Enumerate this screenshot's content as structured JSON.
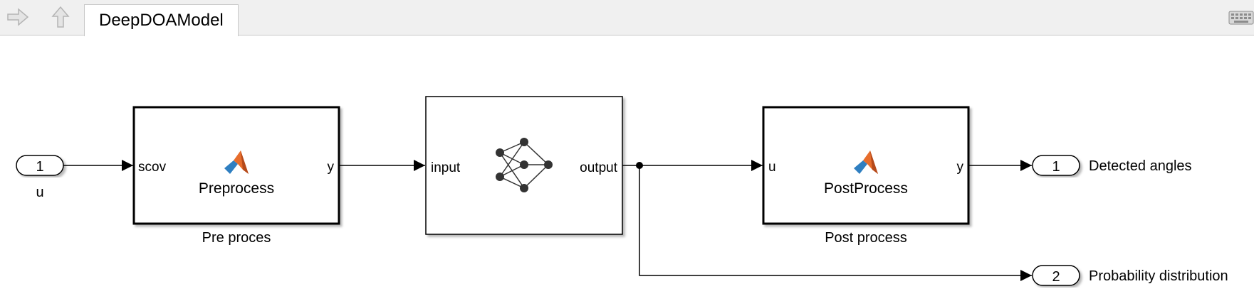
{
  "toolbar": {
    "back_icon": "arrow-right-icon",
    "up_icon": "arrow-up-icon",
    "tab_label": "DeepDOAModel",
    "keyboard_icon": "keyboard-icon"
  },
  "diagram": {
    "inports": [
      {
        "number": "1",
        "name": "u"
      }
    ],
    "outports": [
      {
        "number": "1",
        "name": "Detected angles"
      },
      {
        "number": "2",
        "name": "Probability distribution"
      }
    ],
    "blocks": {
      "pre": {
        "icon": "matlab-logo-icon",
        "title": "Preprocess",
        "label": "Pre proces",
        "in_port": "scov",
        "out_port": "y"
      },
      "net": {
        "icon": "neural-network-icon",
        "in_port": "input",
        "out_port": "output"
      },
      "post": {
        "icon": "matlab-logo-icon",
        "title": "PostProcess",
        "label": "Post process",
        "in_port": "u",
        "out_port": "y"
      }
    },
    "colors": {
      "matlab_orange": "#e76d2c",
      "matlab_blue": "#2f7fc1",
      "line": "#000000"
    }
  }
}
